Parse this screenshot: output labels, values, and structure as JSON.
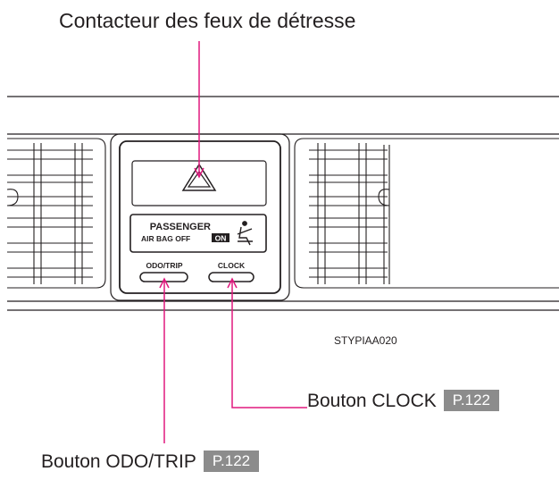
{
  "callouts": {
    "hazard": "Contacteur des feux de détresse",
    "clock": {
      "label": "Bouton CLOCK",
      "ref": "P.122"
    },
    "odo": {
      "label": "Bouton ODO/TRIP",
      "ref": "P.122"
    }
  },
  "panel": {
    "passenger_line1": "PASSENGER",
    "passenger_line2": "AIR BAG  OFF",
    "on_badge": "ON",
    "odo_button": "ODO/TRIP",
    "clock_button": "CLOCK"
  },
  "figure_code": "STYPIAA020",
  "colors": {
    "leader": "#e0187e",
    "line": "#231f20",
    "ref_bg": "#8c8c8c"
  }
}
